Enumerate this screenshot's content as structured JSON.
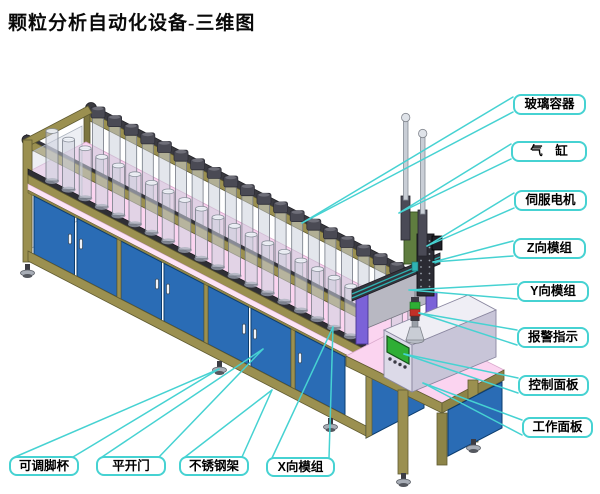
{
  "title": "颗粒分析自动化设备-三维图",
  "annotations": {
    "right": [
      {
        "id": "glass-container",
        "text": "玻璃容器"
      },
      {
        "id": "air-cylinder",
        "text": "气　缸"
      },
      {
        "id": "servo-motor",
        "text": "伺服电机"
      },
      {
        "id": "z-module",
        "text": "Z向模组"
      },
      {
        "id": "y-module",
        "text": "Y向模组"
      },
      {
        "id": "alarm-indicator",
        "text": "报警指示"
      },
      {
        "id": "control-panel",
        "text": "控制面板"
      },
      {
        "id": "work-panel",
        "text": "工作面板"
      }
    ],
    "bottom": [
      {
        "id": "adjustable-foot",
        "text": "可调脚杯"
      },
      {
        "id": "swing-door",
        "text": "平开门"
      },
      {
        "id": "stainless-frame",
        "text": "不锈钢架"
      },
      {
        "id": "x-module",
        "text": "X向模组"
      }
    ]
  },
  "colors": {
    "callout_cyan": "#46d2d2",
    "cabinet_blue": "#2a6cb5",
    "deck_pink": "#fbd4f0",
    "frame_khaki": "#9b9050",
    "screen_green": "#2fae35",
    "alarm_red": "#c23028",
    "alarm_green": "#2fae35",
    "module_purple": "#7b62d8"
  }
}
